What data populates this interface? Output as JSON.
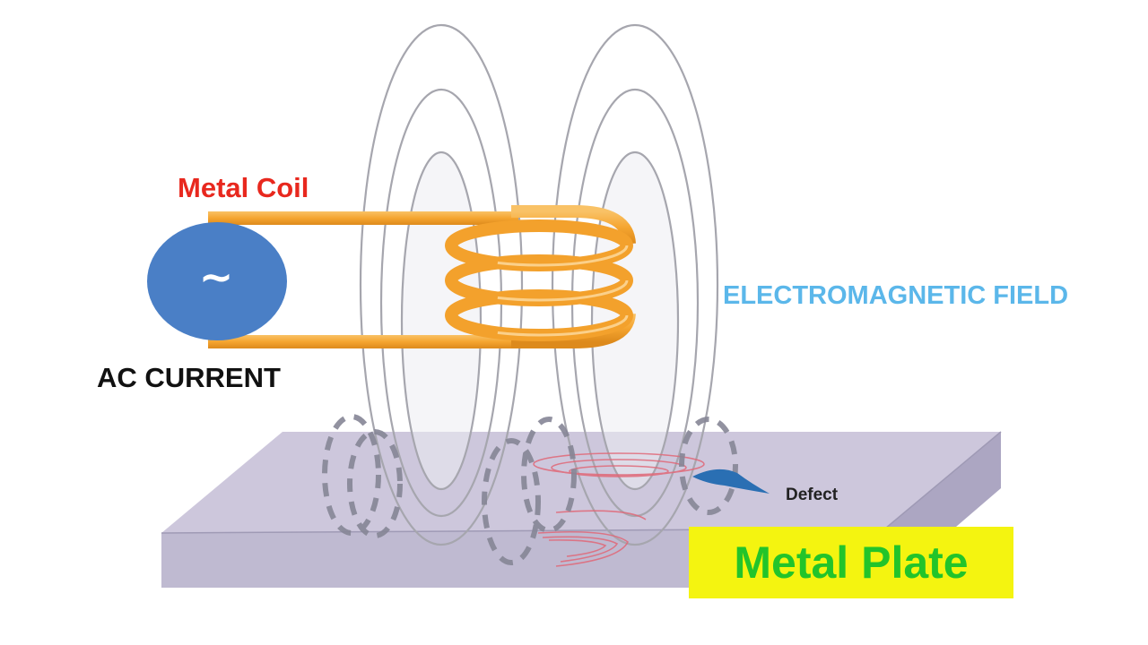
{
  "labels": {
    "metal_coil": "Metal Coil",
    "ac_current": "AC CURRENT",
    "electromagnetic_field": "ELECTROMAGNETIC FIELD",
    "defect": "Defect",
    "metal_plate": "Metal Plate",
    "source_symbol": "~"
  },
  "colors": {
    "metal_coil_label": "#e8281e",
    "ac_current_label": "#111111",
    "electromagnetic_field_label": "#5bb7ea",
    "defect_label": "#222222",
    "metal_plate_text": "#22c42a",
    "metal_plate_bg": "#f4f410",
    "coil": "#f5a530",
    "coil_dark": "#d98418",
    "ac_source": "#4a7fc6",
    "plate_top": "#c9c3d9",
    "plate_front": "#bdb8cf",
    "plate_side": "#aaa4bf",
    "field_lines": "#a8a8b0",
    "eddy_dashes": "#808090",
    "eddy_currents": "#e06070",
    "defect_mark": "#2a6fb3"
  },
  "icons": {
    "ac_source": "sine-wave-icon",
    "defect": "crack-icon"
  }
}
